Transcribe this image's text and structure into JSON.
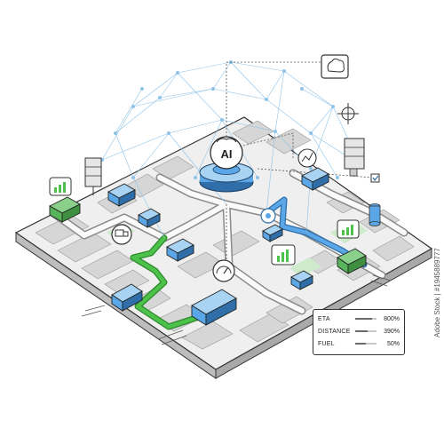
{
  "hub": {
    "label": "AI"
  },
  "metrics_panel": {
    "rows": [
      {
        "label": "ETA",
        "value": "800%",
        "level": 0.8
      },
      {
        "label": "DISTANCE",
        "value": "390%",
        "level": 0.6
      },
      {
        "label": "FUEL",
        "value": "50%",
        "level": 0.5
      }
    ]
  },
  "watermark": {
    "text": "Adobe Stock | #1945889777"
  },
  "colors": {
    "route_green": "#4cc24a",
    "route_blue": "#5aa6e6",
    "truck_blue": "#5aa6e6",
    "truck_green": "#58b45a",
    "network_line": "#8fc3e8",
    "block_gray": "#d6d6d6",
    "road_gray": "#efefef"
  },
  "icons": [
    "brain-icon",
    "gauge-icon",
    "chart-icon",
    "server-icon",
    "truck-icon",
    "checkbox-icon",
    "crosshair-icon"
  ]
}
